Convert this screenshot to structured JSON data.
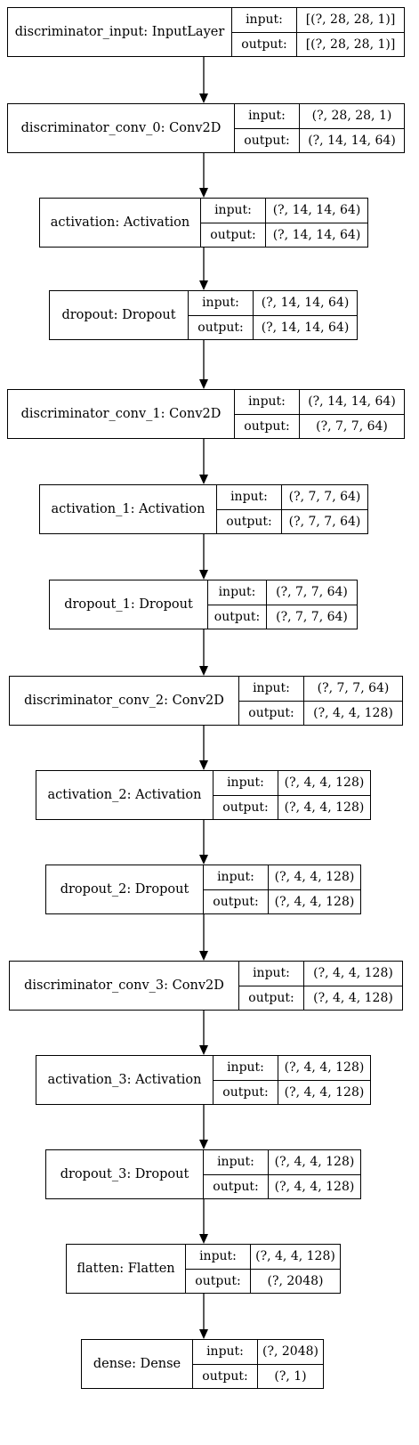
{
  "diagram": {
    "nodes": [
      {
        "name": "discriminator_input: InputLayer",
        "input_label": "input:",
        "output_label": "output:",
        "input": "[(?, 28, 28, 1)]",
        "output": "[(?, 28, 28, 1)]"
      },
      {
        "name": "discriminator_conv_0: Conv2D",
        "input_label": "input:",
        "output_label": "output:",
        "input": "(?, 28, 28, 1)",
        "output": "(?, 14, 14, 64)"
      },
      {
        "name": "activation: Activation",
        "input_label": "input:",
        "output_label": "output:",
        "input": "(?, 14, 14, 64)",
        "output": "(?, 14, 14, 64)"
      },
      {
        "name": "dropout: Dropout",
        "input_label": "input:",
        "output_label": "output:",
        "input": "(?, 14, 14, 64)",
        "output": "(?, 14, 14, 64)"
      },
      {
        "name": "discriminator_conv_1: Conv2D",
        "input_label": "input:",
        "output_label": "output:",
        "input": "(?, 14, 14, 64)",
        "output": "(?, 7, 7, 64)"
      },
      {
        "name": "activation_1: Activation",
        "input_label": "input:",
        "output_label": "output:",
        "input": "(?, 7, 7, 64)",
        "output": "(?, 7, 7, 64)"
      },
      {
        "name": "dropout_1: Dropout",
        "input_label": "input:",
        "output_label": "output:",
        "input": "(?, 7, 7, 64)",
        "output": "(?, 7, 7, 64)"
      },
      {
        "name": "discriminator_conv_2: Conv2D",
        "input_label": "input:",
        "output_label": "output:",
        "input": "(?, 7, 7, 64)",
        "output": "(?, 4, 4, 128)"
      },
      {
        "name": "activation_2: Activation",
        "input_label": "input:",
        "output_label": "output:",
        "input": "(?, 4, 4, 128)",
        "output": "(?, 4, 4, 128)"
      },
      {
        "name": "dropout_2: Dropout",
        "input_label": "input:",
        "output_label": "output:",
        "input": "(?, 4, 4, 128)",
        "output": "(?, 4, 4, 128)"
      },
      {
        "name": "discriminator_conv_3: Conv2D",
        "input_label": "input:",
        "output_label": "output:",
        "input": "(?, 4, 4, 128)",
        "output": "(?, 4, 4, 128)"
      },
      {
        "name": "activation_3: Activation",
        "input_label": "input:",
        "output_label": "output:",
        "input": "(?, 4, 4, 128)",
        "output": "(?, 4, 4, 128)"
      },
      {
        "name": "dropout_3: Dropout",
        "input_label": "input:",
        "output_label": "output:",
        "input": "(?, 4, 4, 128)",
        "output": "(?, 4, 4, 128)"
      },
      {
        "name": "flatten: Flatten",
        "input_label": "input:",
        "output_label": "output:",
        "input": "(?, 4, 4, 128)",
        "output": "(?, 2048)"
      },
      {
        "name": "dense: Dense",
        "input_label": "input:",
        "output_label": "output:",
        "input": "(?, 2048)",
        "output": "(?, 1)"
      }
    ]
  }
}
